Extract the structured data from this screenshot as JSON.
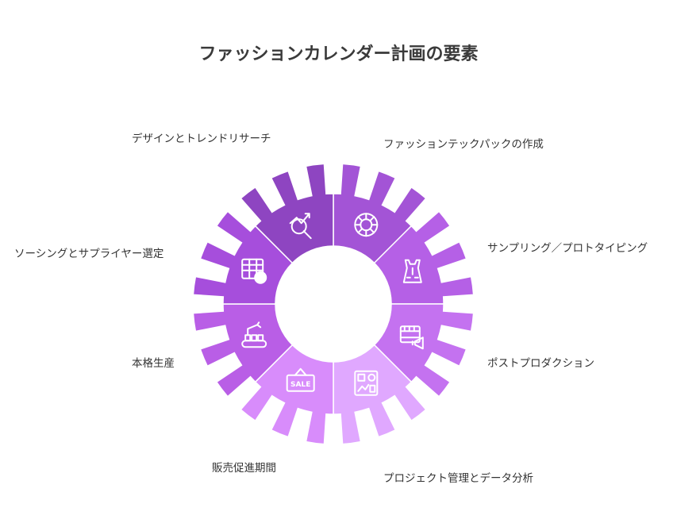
{
  "title": "ファッションカレンダー計画の要素",
  "segments": [
    {
      "label": "ファッションテックパックの作成",
      "icon": "target-icon",
      "color": "#a354d6"
    },
    {
      "label": "サンプリング／プロトタイピング",
      "icon": "garment-icon",
      "color": "#b560e6"
    },
    {
      "label": "ポストプロダクション",
      "icon": "film-megaphone-icon",
      "color": "#c472f0"
    },
    {
      "label": "プロジェクト管理とデータ分析",
      "icon": "dashboard-icon",
      "color": "#e0a8ff"
    },
    {
      "label": "販売促進期間",
      "icon": "sale-sign-icon",
      "color": "#d88cfb"
    },
    {
      "label": "本格生産",
      "icon": "production-line-icon",
      "color": "#b95ee6"
    },
    {
      "label": "ソーシングとサプライヤー選定",
      "icon": "table-check-icon",
      "color": "#a64edc"
    },
    {
      "label": "デザインとトレンドリサーチ",
      "icon": "trend-research-icon",
      "color": "#8e45c1"
    }
  ]
}
